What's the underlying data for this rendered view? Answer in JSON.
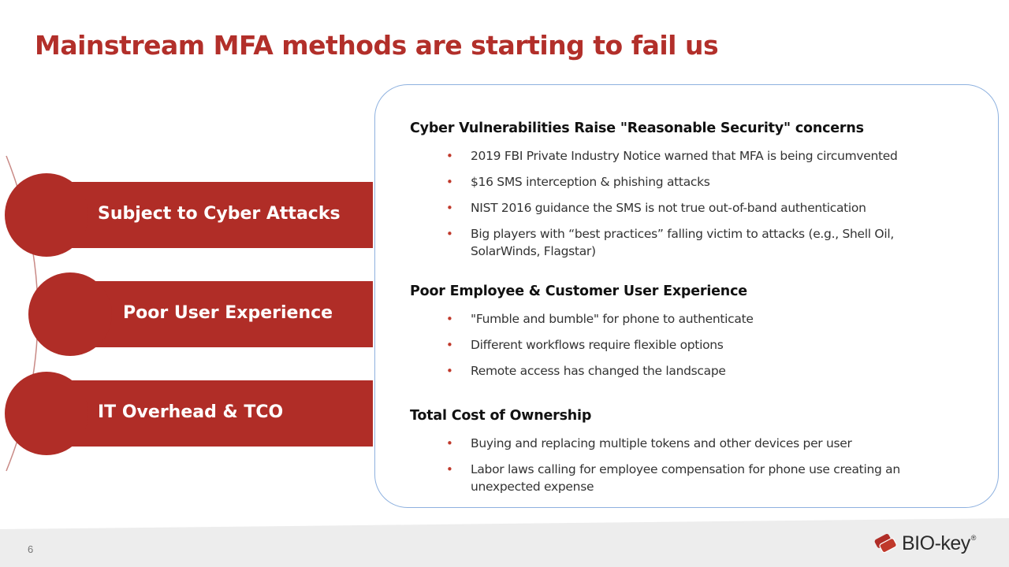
{
  "title": "Mainstream MFA methods are starting to fail us",
  "banners": [
    {
      "label": "Subject to Cyber Attacks"
    },
    {
      "label": "Poor User Experience"
    },
    {
      "label": "IT Overhead & TCO"
    }
  ],
  "sections": [
    {
      "heading": "Cyber Vulnerabilities Raise \"Reasonable Security\" concerns",
      "bullets": [
        "2019 FBI Private Industry Notice warned that MFA is being circumvented",
        "$16 SMS interception & phishing attacks",
        "NIST 2016 guidance the SMS is not true out-of-band authentication",
        "Big players with “best practices” falling victim to attacks (e.g., Shell Oil, SolarWinds, Flagstar)"
      ]
    },
    {
      "heading": "Poor Employee & Customer User Experience",
      "bullets": [
        "\"Fumble and bumble\" for phone to authenticate",
        "Different workflows require flexible options",
        "Remote access has changed the landscape"
      ]
    },
    {
      "heading": "Total Cost of Ownership",
      "bullets": [
        "Buying and replacing multiple tokens and other devices per user",
        "Labor laws calling for employee compensation for phone use creating an unexpected expense"
      ]
    }
  ],
  "bullet_glyph": "•",
  "footer": {
    "page_number": "6",
    "logo_text": "BIO-key",
    "logo_reg": "®"
  },
  "colors": {
    "title": "#b22f2a",
    "banner": "#b02d27",
    "box_border": "#8eb1df",
    "bullet": "#c0392b"
  },
  "icons": {
    "logo": "bio-key-logo-icon"
  }
}
